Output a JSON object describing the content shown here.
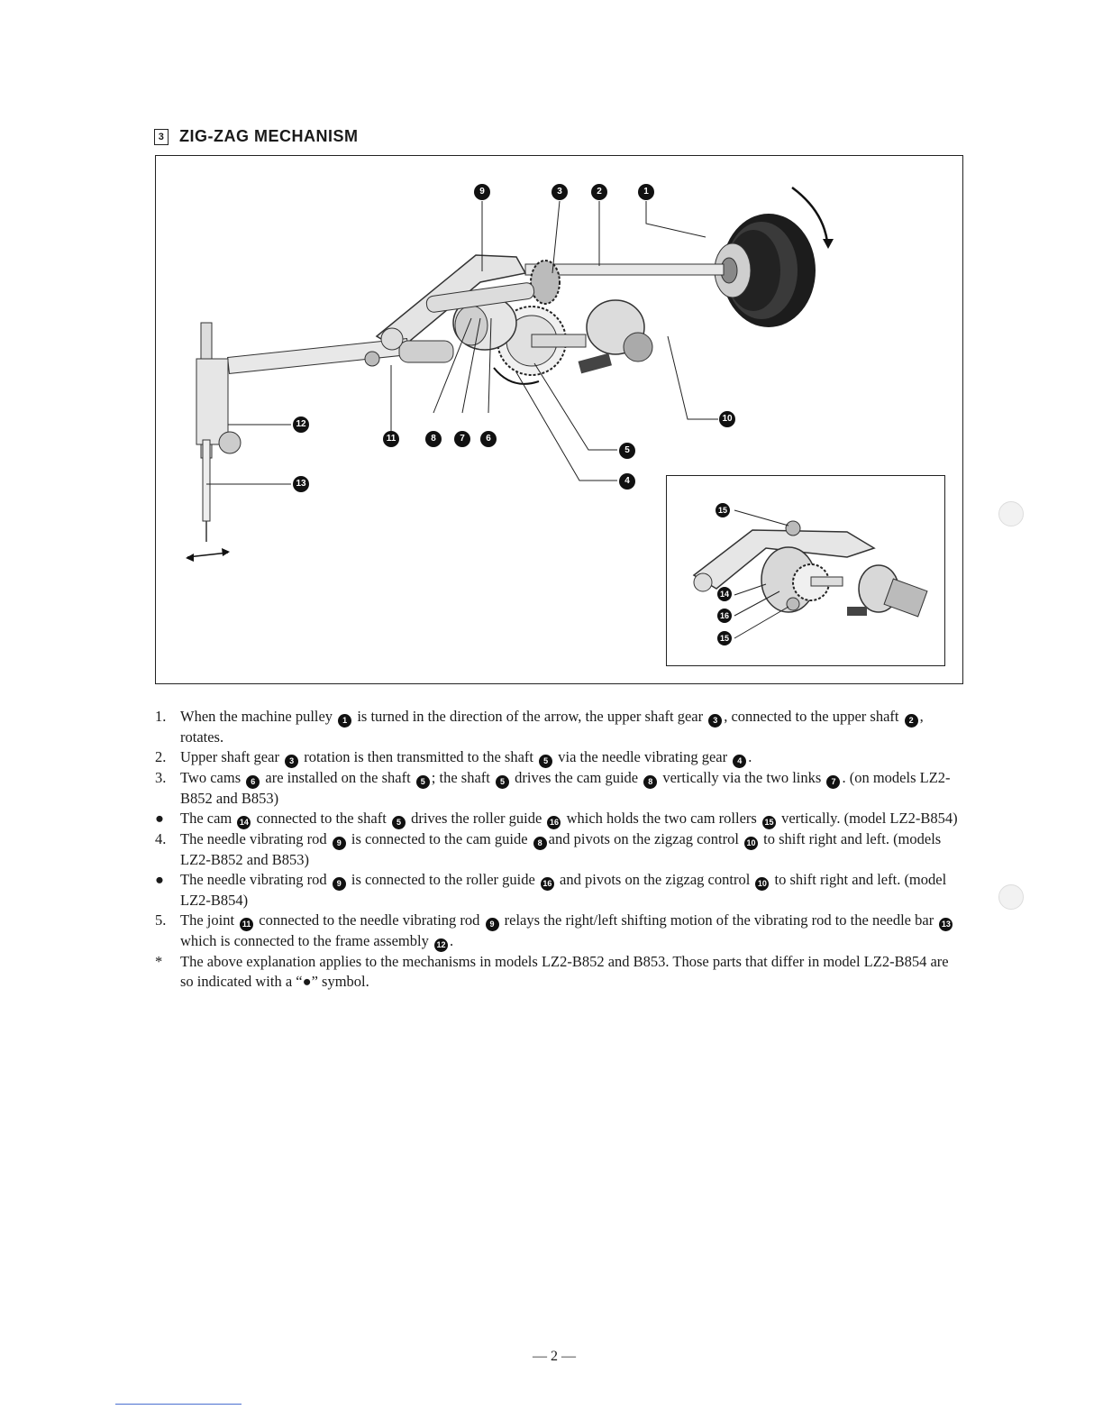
{
  "section": {
    "number": "3",
    "title": "ZIG-ZAG MECHANISM"
  },
  "figure": {
    "callouts_main": [
      "9",
      "3",
      "2",
      "1",
      "12",
      "13",
      "11",
      "8",
      "7",
      "6",
      "10",
      "5",
      "4"
    ],
    "callouts_inset": [
      "15",
      "14",
      "16",
      "15"
    ]
  },
  "items": [
    {
      "marker": "1.",
      "parts": [
        "When the machine pulley ",
        "1",
        " is turned in the direction of the arrow, the upper shaft gear ",
        "3",
        ", connected to the upper shaft ",
        "2",
        ", rotates."
      ]
    },
    {
      "marker": "2.",
      "parts": [
        "Upper shaft gear ",
        "3",
        " rotation is then transmitted to the shaft ",
        "5",
        " via the needle vibrating gear ",
        "4",
        "."
      ]
    },
    {
      "marker": "3.",
      "parts": [
        "Two cams ",
        "6",
        " are installed on the shaft ",
        "5",
        "; the shaft ",
        "5",
        " drives the cam guide ",
        "8",
        " vertically via the two links ",
        "7",
        ". (on models LZ2-B852 and B853)"
      ]
    },
    {
      "marker": "●",
      "parts": [
        "The cam ",
        "14",
        " connected to the shaft ",
        "5",
        " drives the roller guide ",
        "16",
        " which holds the two cam rollers ",
        "15",
        " vertically. (model LZ2-B854)"
      ]
    },
    {
      "marker": "4.",
      "parts": [
        "The needle vibrating rod ",
        "9",
        " is connected to the cam guide ",
        "8",
        "and pivots on the zigzag control ",
        "10",
        " to shift right and left. (models LZ2-B852 and B853)"
      ]
    },
    {
      "marker": "●",
      "parts": [
        "The needle vibrating rod ",
        "9",
        " is connected to the roller guide ",
        "16",
        " and pivots on the zigzag control ",
        "10",
        " to shift right and left. (model LZ2-B854)"
      ]
    },
    {
      "marker": "5.",
      "parts": [
        "The joint ",
        "11",
        " connected to the needle vibrating rod ",
        "9",
        " relays the right/left shifting motion of the vibrating rod to the needle bar ",
        "13",
        " which is connected to the frame assembly ",
        "12",
        "."
      ]
    },
    {
      "marker": "*",
      "parts": [
        "The above explanation applies to the mechanisms in models LZ2-B852 and B853. Those parts that differ in model LZ2-B854 are so indicated with a “●” symbol."
      ]
    }
  ],
  "page_number": "— 2 —"
}
